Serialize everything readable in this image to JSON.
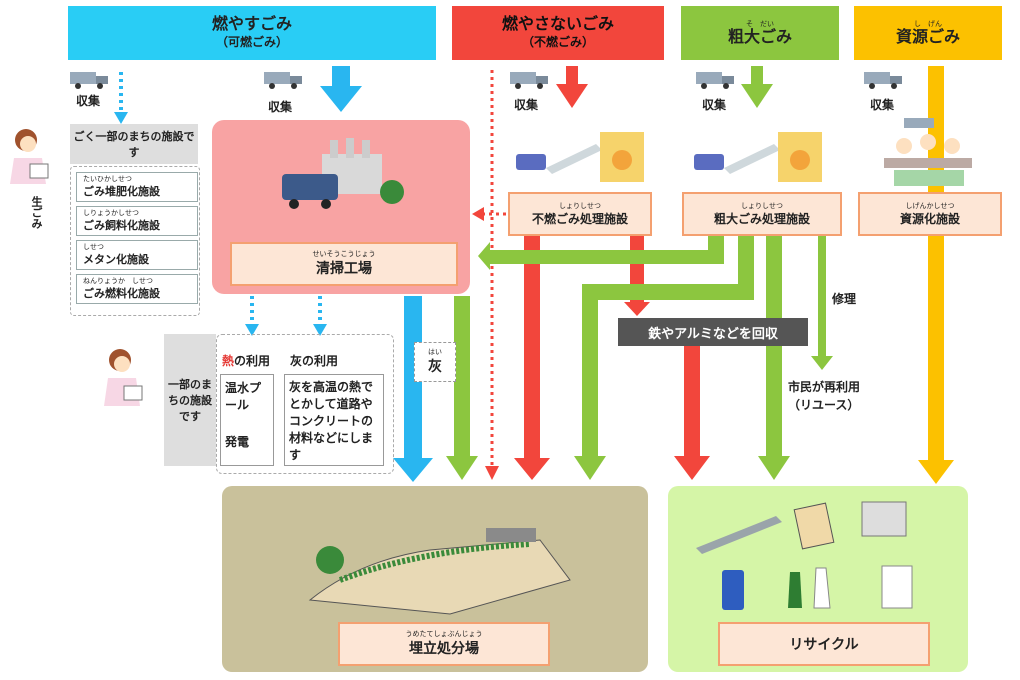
{
  "headers": {
    "burnable": {
      "title": "燃やすごみ",
      "sub": "（可燃ごみ）"
    },
    "nonburnable": {
      "title": "燃やさないごみ",
      "sub": "（不燃ごみ）"
    },
    "bulky": {
      "title": "粗大ごみ",
      "ruby": "そ　だい"
    },
    "resource": {
      "title": "資源ごみ",
      "ruby": "し　げん"
    }
  },
  "collect_label": "収集",
  "notice_top": "ごく一部のまちの施設です",
  "namagomi": "生ごみ",
  "compost": [
    {
      "ruby": "たいひかしせつ",
      "label": "ごみ堆肥化施設"
    },
    {
      "ruby": "しりょうかしせつ",
      "label": "ごみ飼料化施設"
    },
    {
      "ruby": "しせつ",
      "label": "メタン化施設"
    },
    {
      "ruby": "ねんりょうか　しせつ",
      "label": "ごみ燃料化施設"
    }
  ],
  "facilities": {
    "incinerator": {
      "ruby": "せいそうこうじょう",
      "label": "清掃工場"
    },
    "nonburn_plant": {
      "ruby": "しょりしせつ",
      "label": "不燃ごみ処理施設"
    },
    "bulky_plant": {
      "ruby": "しょりしせつ",
      "label": "粗大ごみ処理施設"
    },
    "resource_plant": {
      "ruby": "しげんかしせつ",
      "label": "資源化施設"
    },
    "landfill": {
      "ruby": "うめたてしょぶんじょう",
      "label": "埋立処分場"
    },
    "recycle": {
      "label": "リサイクル"
    }
  },
  "notice_side": "一部のまちの施設です",
  "heat_use": {
    "prefix": "熱",
    "suffix": "の利用",
    "items": [
      "温水プール",
      "発電"
    ]
  },
  "ash_use": {
    "title": "灰の利用",
    "text": "灰を高温の熱でとかして道路やコンクリートの材料などにします"
  },
  "ash_label": {
    "ruby": "はい",
    "label": "灰"
  },
  "metal_recovery": "鉄やアルミなどを回収",
  "repair": "修理",
  "reuse": {
    "line1": "市民が再利用",
    "line2": "（リユース）"
  },
  "colors": {
    "blue": "#29b6f0",
    "red": "#f2463c",
    "green": "#8cc63f",
    "yellow": "#fcc100",
    "orange_border": "#f4a070"
  }
}
